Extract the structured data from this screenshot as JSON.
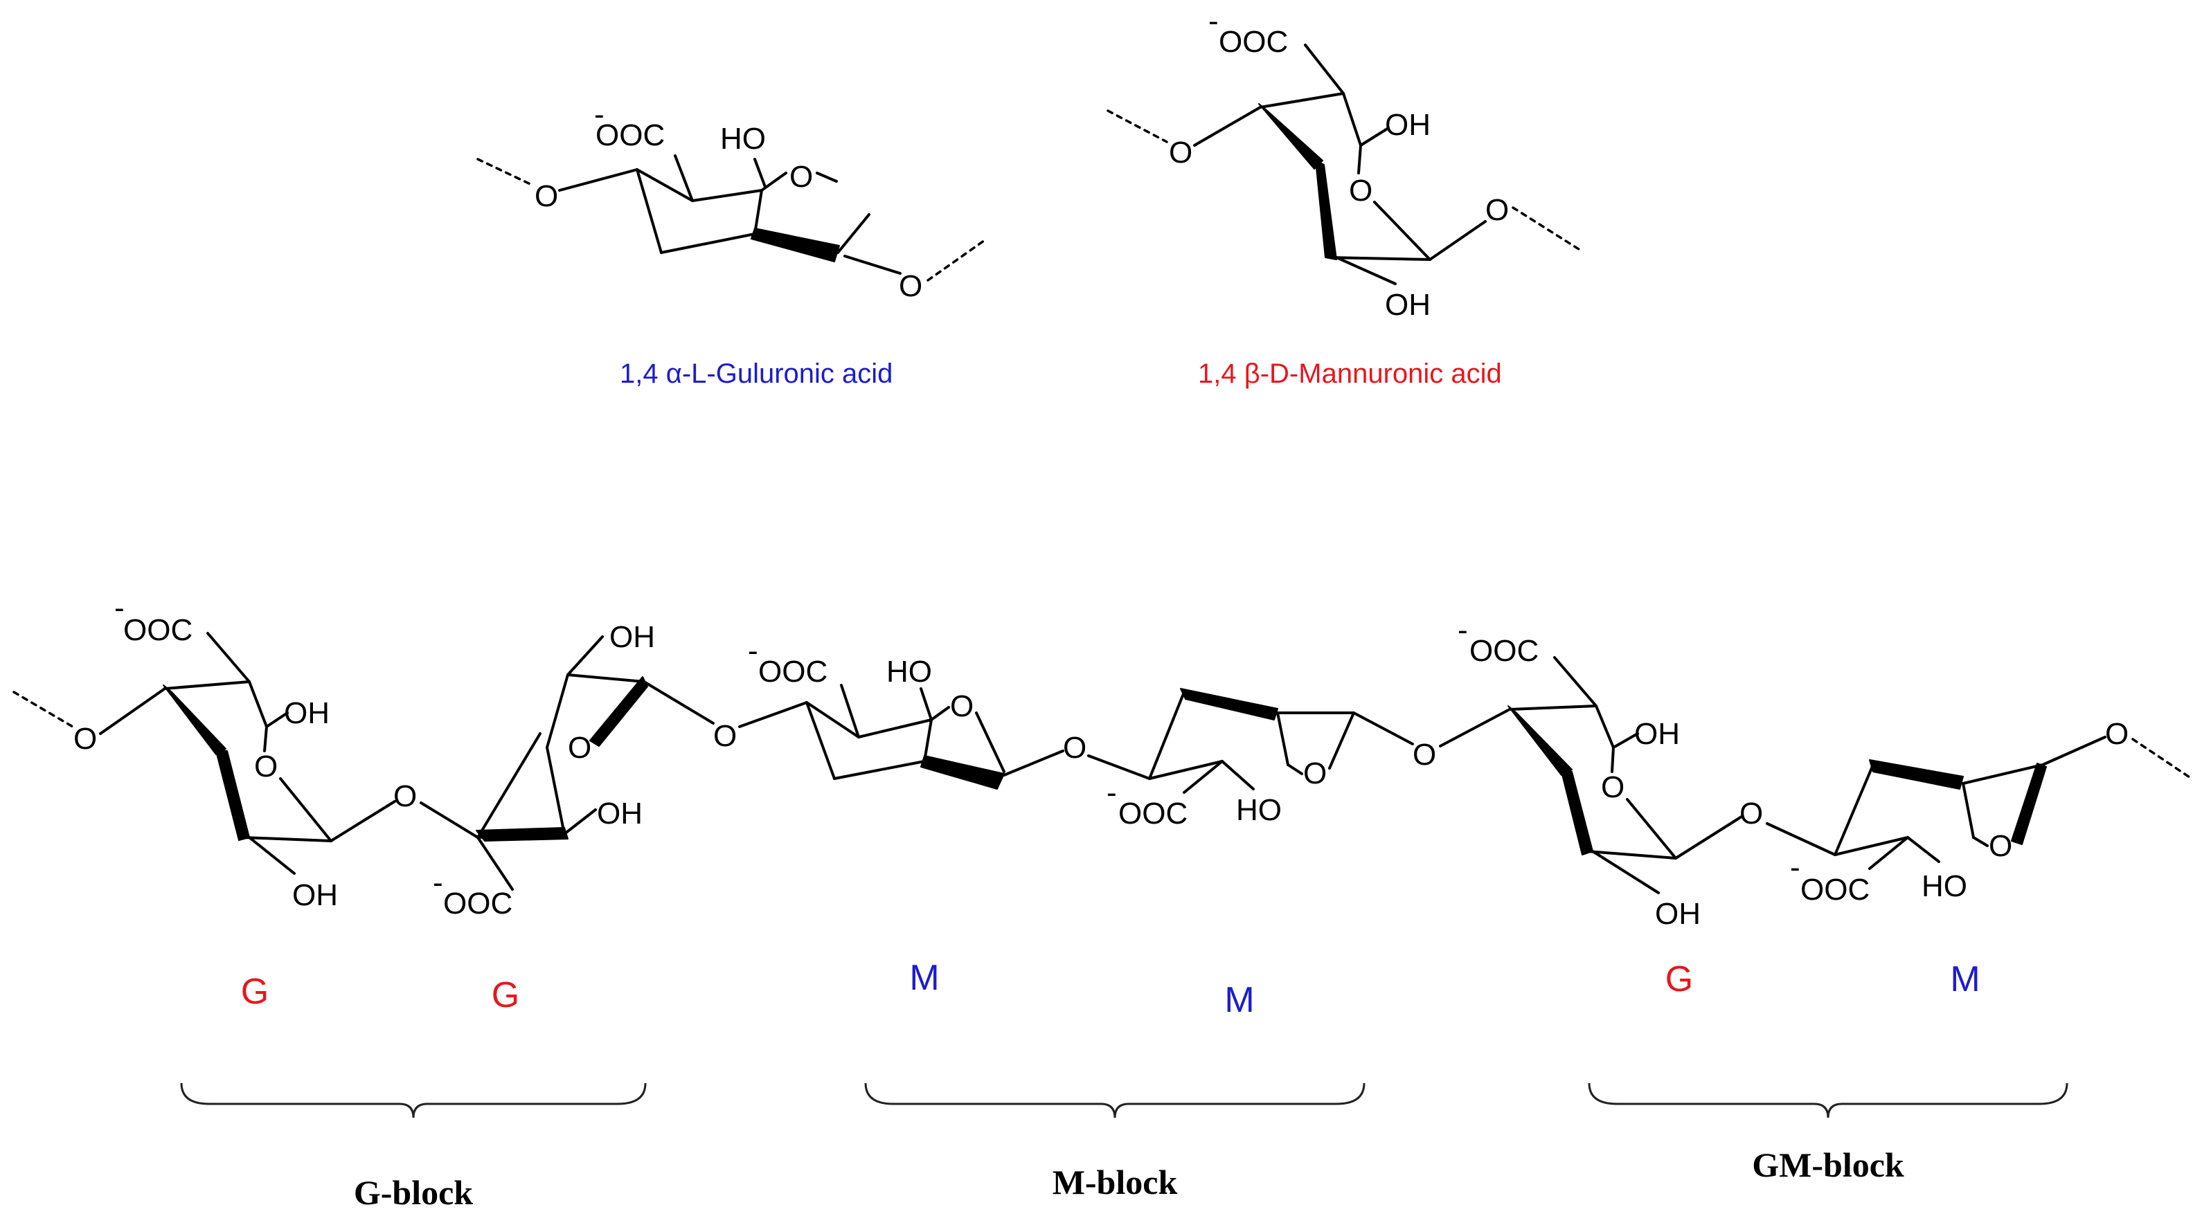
{
  "colors": {
    "guluronic": "#e8161c",
    "mannuronic": "#1c1ccc",
    "ink": "#000000"
  },
  "atoms": {
    "carboxylate": "OOC",
    "charge": "-",
    "hydroxyl_left": "HO",
    "hydroxyl_right": "OH",
    "oxygen": "O"
  },
  "monomers": {
    "guluronic_caption": "1,4 α-L-Guluronic acid",
    "mannuronic_caption": "1,4 β-D-Mannuronic acid"
  },
  "chain": {
    "units": [
      "G",
      "G",
      "M",
      "M",
      "G",
      "M"
    ],
    "blocks": [
      "G-block",
      "M-block",
      "GM-block"
    ]
  }
}
